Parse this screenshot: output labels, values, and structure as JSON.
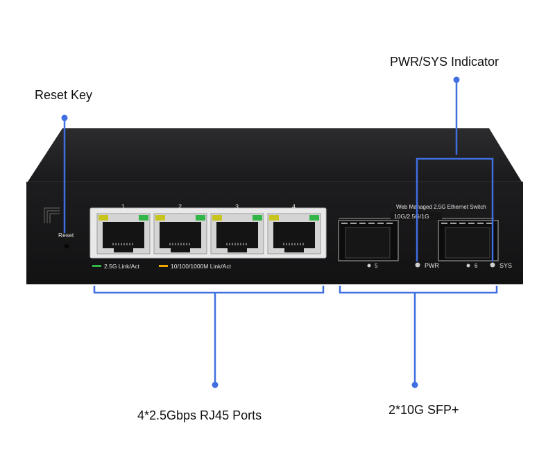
{
  "callouts": {
    "reset": "Reset Key",
    "pwr_sys": "PWR/SYS Indicator",
    "rj45": "4*2.5Gbps RJ45 Ports",
    "sfp": "2*10G SFP+"
  },
  "device": {
    "reset_label": "Reset",
    "port_numbers": [
      "1",
      "2",
      "3",
      "4"
    ],
    "legend_green": "2.5G Link/Act",
    "legend_orange": "10/100/1000M Link/Act",
    "brand_line": "Web Managed 2.5G Ethernet Switch",
    "sfp_speed": "10G/2.5G/1G",
    "sfp_numbers": [
      "5",
      "6"
    ],
    "pwr_label": "PWR",
    "sys_label": "SYS"
  },
  "colors": {
    "callout_blue": "#3f6fe0",
    "chassis": "#1b1b1d",
    "led_green": "#33b648",
    "led_yellow": "#c8c41e",
    "legend_orange": "#f0a400"
  }
}
